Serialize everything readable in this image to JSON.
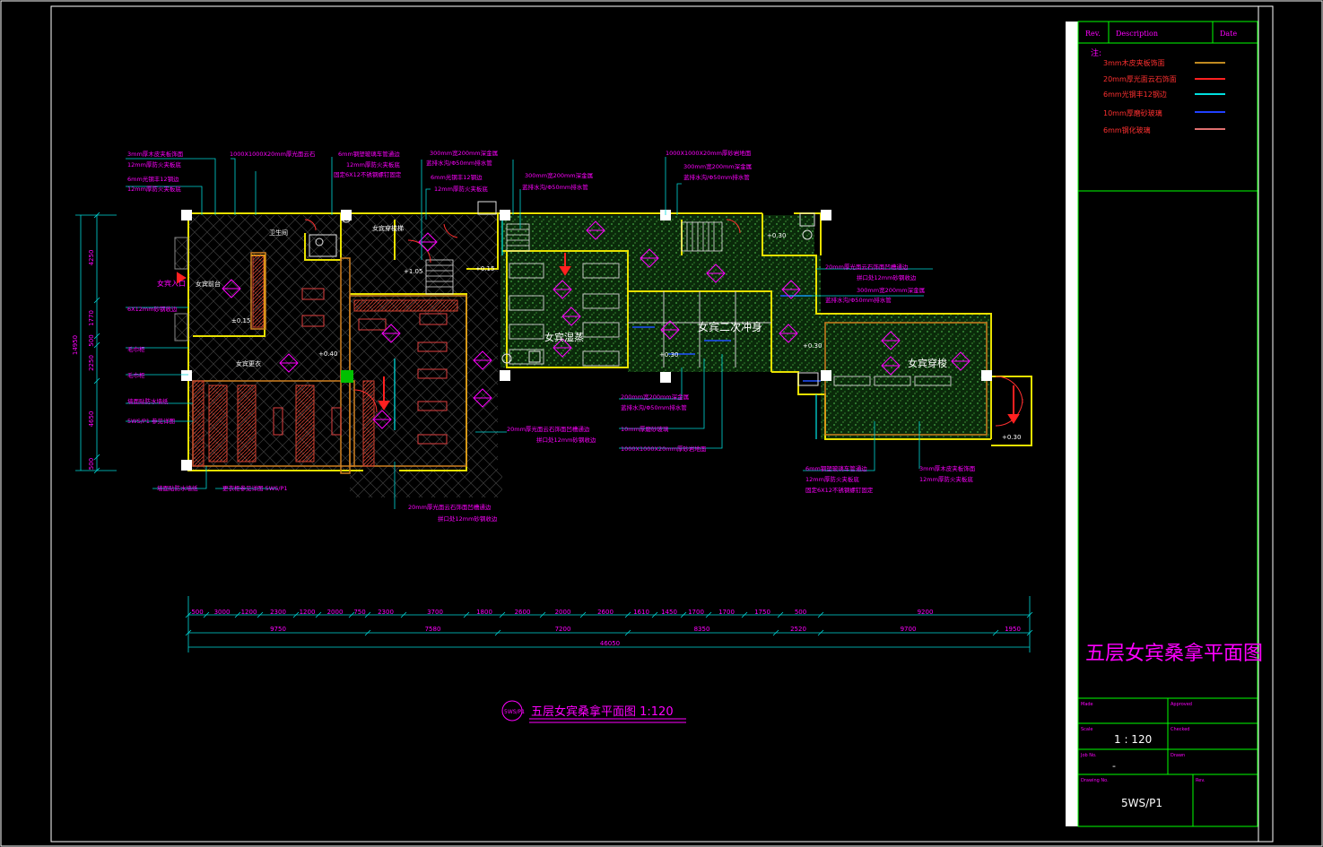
{
  "title_block": {
    "drawing_title": "五层女宾桑拿平面图",
    "rev_header": "Rev.",
    "description_header": "Description",
    "date_header": "Date",
    "notes_label": "注:",
    "legend": [
      {
        "label": "3mm木皮夹板饰面",
        "color": "#c08a20"
      },
      {
        "label": "20mm厚光面云石饰面",
        "color": "#ff2020"
      },
      {
        "label": "6mm光钢丰12钢边",
        "color": "#00e0e0"
      },
      {
        "label": "10mm厚磨砂玻璃",
        "color": "#2040ff"
      },
      {
        "label": "6mm钢化玻璃",
        "color": "#e07070"
      }
    ],
    "made_label": "Made",
    "approved_label": "Approved",
    "scale_label": "Scale",
    "scale_value": "1 : 120",
    "checked_label": "Checked",
    "job_label": "Job No.",
    "job_value": "-",
    "drawn_label": "Drawn",
    "drawing_no_label": "Drawing No.",
    "drawing_no_value": "5WS/P1",
    "rev_label": "Rev."
  },
  "plan": {
    "caption": "五层女宾桑拿平面图 1:120",
    "caption_tag": "5WS/P1",
    "rooms": [
      "女宾入口",
      "女宾更衣",
      "卫生间",
      "女宾穿梭梯",
      "女宾湿蒸",
      "女宾二次冲身",
      "女宾穿梭",
      "女宾前台",
      "女宾更衣"
    ],
    "room_labels": {
      "entrance": "女宾入口",
      "locker": "女宾更衣",
      "toilet": "卫生间",
      "stair": "女宾穿梭梯",
      "wet_steam": "女宾湿蒸",
      "shower": "女宾二次冲身",
      "lounge": "女宾穿梭",
      "upper": "女宾前台"
    },
    "levels": [
      "±0.15",
      "+0.40",
      "+1.05",
      "+0.15",
      "+0.30",
      "+0.30",
      "+0.30",
      "+0.30"
    ],
    "annotations_left": [
      "3mm厚木皮夹板饰面",
      "12mm厚防火夹板底",
      "6mm光钢丰12钢边",
      "12mm厚防火夹板底",
      "6X12mm砂钢收边",
      "毛巾柜",
      "毛巾柜",
      "墙面贴防水墙纸",
      "5WS/P1 参见详图"
    ],
    "annotations_top": [
      "1000X1000X20mm厚光面云石",
      "6mm钢塑玻璃车管通边",
      "12mm厚防火夹板底",
      "固定6X12不锈钢螺钉固定",
      "300mm宽200mm深金属",
      "蓝排水沟/Φ50mm排水管",
      "6mm光钢丰12钢边",
      "12mm厚防火夹板底",
      "300mm宽200mm深金属",
      "蓝排水沟/Φ50mm排水管",
      "1000X1000X20mm厚砂岩地面",
      "300mm宽200mm深金属",
      "蓝排水沟/Φ50mm排水管"
    ],
    "annotations_right": [
      "20mm厚光面云石饰面凹槽通边",
      "拼口处12mm砂钢收边",
      "300mm宽200mm深金属",
      "蓝排水沟/Φ50mm排水管"
    ],
    "annotations_bottom": [
      "200mm宽200mm深金属",
      "蓝排水沟/Φ50mm排水管",
      "10mm厚磨砂玻璃",
      "1000X1000X20mm厚砂岩地面",
      "20mm厚光面云石饰面凹槽通边",
      "拼口处12mm砂钢收边",
      "20mm厚光面云石饰面凹槽通边",
      "拼口处12mm砂钢收边",
      "6mm钢塑玻璃车管通边",
      "12mm厚防火夹板底",
      "固定6X12不锈钢螺钉固定",
      "3mm厚木皮夹板饰面",
      "12mm厚防火夹板底",
      "墙面贴防水墙纸",
      "更衣柜参见详图 5WS/P1"
    ],
    "dims_row1": [
      "500",
      "3000",
      "1200",
      "2300",
      "1200",
      "2000",
      "750",
      "2300",
      "3700",
      "1800",
      "2600",
      "2000",
      "2600",
      "1610",
      "1450",
      "1700",
      "1700",
      "1750",
      "500",
      "9200"
    ],
    "dims_row2": [
      "9750",
      "7580",
      "7200",
      "8350",
      "2520",
      "9700",
      "1950"
    ],
    "dims_total": "46050",
    "dims_vertical": [
      "4250",
      "1770",
      "500",
      "2250",
      "4650",
      "500",
      "14950"
    ]
  }
}
